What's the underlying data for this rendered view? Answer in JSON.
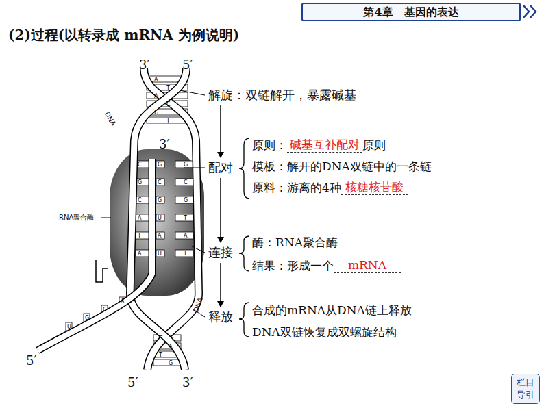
{
  "diagram": {
    "title": "(2)过程(以转录成 mRNA 为例说明)",
    "nodes": [
      {
        "text": [
          "第4章　基因的表达"
        ]
      },
      {
        "text": [
          "解旋：双链解开，暴露碱基"
        ]
      },
      {
        "text": [
          "配对"
        ]
      },
      {
        "text": [
          "连接"
        ]
      },
      {
        "text": [
          "释放"
        ]
      },
      {
        "text": [
          "栏目 导引"
        ]
      }
    ],
    "edges": [
      {
        "from": 1,
        "to": 2,
        "arrow": "to"
      },
      {
        "from": 2,
        "to": 3,
        "arrow": "to"
      },
      {
        "from": 3,
        "to": 4,
        "arrow": "to"
      }
    ],
    "labels": [
      "3′",
      "5′",
      "3′",
      "原则：",
      "碱基互补配对",
      "原则",
      "模板：解开的DNA双链中的一条链",
      "原料：游离的4种",
      "核糖核苷酸",
      "酶：RNA聚合酶",
      "结果：形成一个",
      "mRNA",
      "合成的mRNA从DNA链上释放",
      "DNA双链恢复成双螺旋结构",
      "DNA",
      "RNA聚合酶",
      "DNA",
      "5′",
      "5′",
      "3′",
      "A",
      "T",
      "A",
      "C",
      "G",
      "T",
      "C",
      "G",
      "C",
      "A",
      "T",
      "A",
      "G",
      "C",
      "G",
      "U",
      "A",
      "U",
      "G",
      "C",
      "G",
      "T",
      "A",
      "T",
      "A",
      "C",
      "G",
      "U",
      "C",
      "A",
      "T",
      "G"
    ]
  }
}
